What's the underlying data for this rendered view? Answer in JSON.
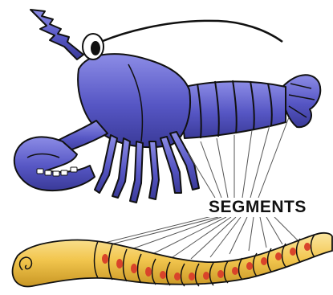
{
  "diagram": {
    "label": "SEGMENTS",
    "subjects": [
      "lobster-illustration",
      "worm-illustration"
    ],
    "colors": {
      "lobster_body": "#5656c4",
      "lobster_shadow": "#3a3a98",
      "lobster_highlight": "#8c8ce6",
      "outline": "#111111",
      "worm_body": "#f2c64e",
      "worm_shadow": "#c89624",
      "worm_spots": "#d9442a",
      "pointer_lines": "#555555"
    }
  }
}
